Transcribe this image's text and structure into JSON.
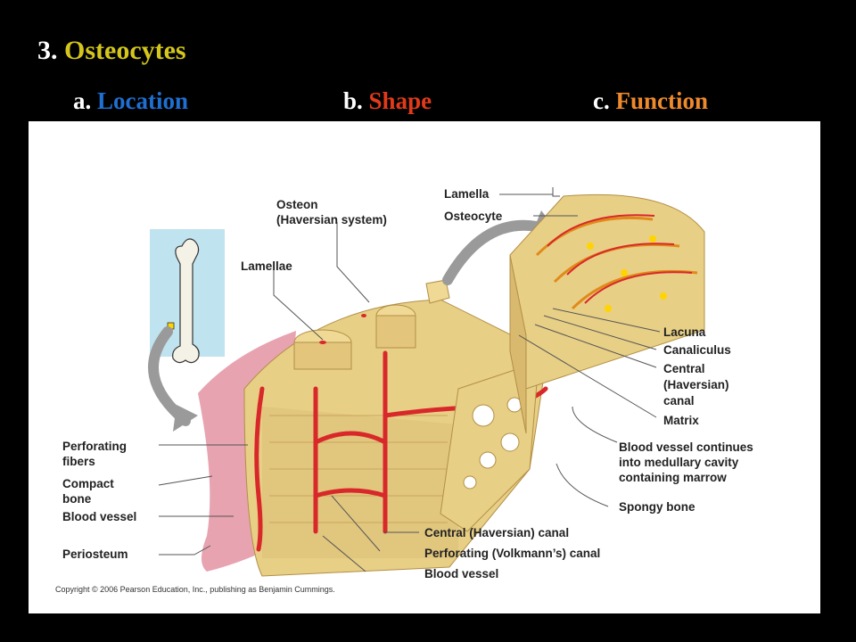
{
  "slide": {
    "title_number": "3.",
    "title_term": "Osteocytes",
    "items": [
      {
        "letter": "a.",
        "word": "Location"
      },
      {
        "letter": "b.",
        "word": "Shape"
      },
      {
        "letter": "c.",
        "word": "Function"
      }
    ]
  },
  "diagram": {
    "labels": {
      "osteon_1": "Osteon",
      "osteon_2": "(Haversian system)",
      "lamellae": "Lamellae",
      "lamella": "Lamella",
      "osteocyte": "Osteocyte",
      "lacuna": "Lacuna",
      "canaliculus": "Canaliculus",
      "central_1": "Central",
      "central_2": "(Haversian)",
      "central_3": "canal",
      "matrix": "Matrix",
      "bv_continues_1": "Blood vessel continues",
      "bv_continues_2": "into medullary cavity",
      "bv_continues_3": "containing marrow",
      "spongy_bone": "Spongy bone",
      "central_haversian_canal": "Central (Haversian) canal",
      "perforating_canal": "Perforating (Volkmann’s) canal",
      "blood_vessel_bottom": "Blood vessel",
      "perforating_fibers_1": "Perforating",
      "perforating_fibers_2": "fibers",
      "compact_bone_1": "Compact",
      "compact_bone_2": "bone",
      "blood_vessel_left": "Blood vessel",
      "periosteum": "Periosteum"
    },
    "copyright": "Copyright © 2006 Pearson Education, Inc., publishing as Benjamin Cummings.",
    "colors": {
      "bone": "#e8cf86",
      "bone_dark": "#c9a75a",
      "vessel": "#d8282a",
      "periosteum": "#e7a3b0",
      "inset_bg": "#bfe3ef",
      "arrow": "#9a9a9a"
    }
  }
}
